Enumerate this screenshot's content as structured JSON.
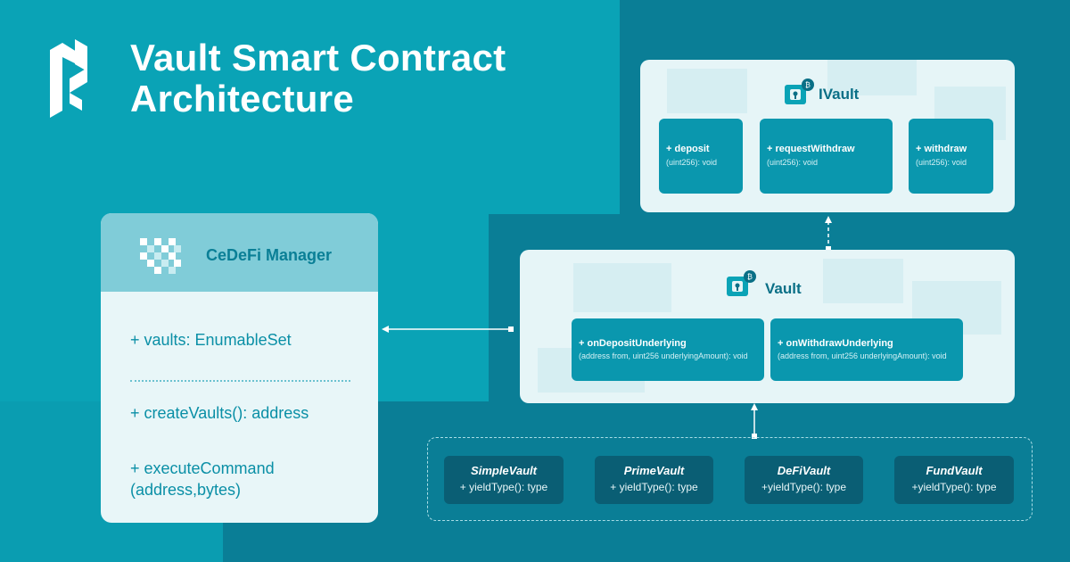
{
  "title_line1": "Vault Smart Contract",
  "title_line2": "Architecture",
  "manager": {
    "title": "CeDeFi Manager",
    "field": "+ vaults: EnumableSet",
    "method1": "+ createVaults(): address",
    "method2": "+ executeCommand (address,bytes)"
  },
  "ivault": {
    "title": "IVault",
    "methods": [
      {
        "name": "+ deposit",
        "sig": "(uint256): void"
      },
      {
        "name": "+ requestWithdraw",
        "sig": "(uint256): void"
      },
      {
        "name": "+ withdraw",
        "sig": "(uint256): void"
      }
    ]
  },
  "vault": {
    "title": "Vault",
    "methods": [
      {
        "name": "+ onDepositUnderlying",
        "sig": "(address from, uint256 underlyingAmount): void"
      },
      {
        "name": "+ onWithdrawUnderlying",
        "sig": "(address from, uint256 underlyingAmount): void"
      }
    ]
  },
  "subvaults": [
    {
      "name": "SimpleVault",
      "method": "+ yieldType(): type"
    },
    {
      "name": "PrimeVault",
      "method": "+ yieldType(): type"
    },
    {
      "name": "DeFiVault",
      "method": "+yieldType(): type"
    },
    {
      "name": "FundVault",
      "method": "+yieldType(): type"
    }
  ],
  "colors": {
    "bg_light": "#0aa3b6",
    "bg_dark": "#0a7e96",
    "card": "#e6f5f7",
    "method": "#0a97ae",
    "subvault": "#0a5e74"
  }
}
